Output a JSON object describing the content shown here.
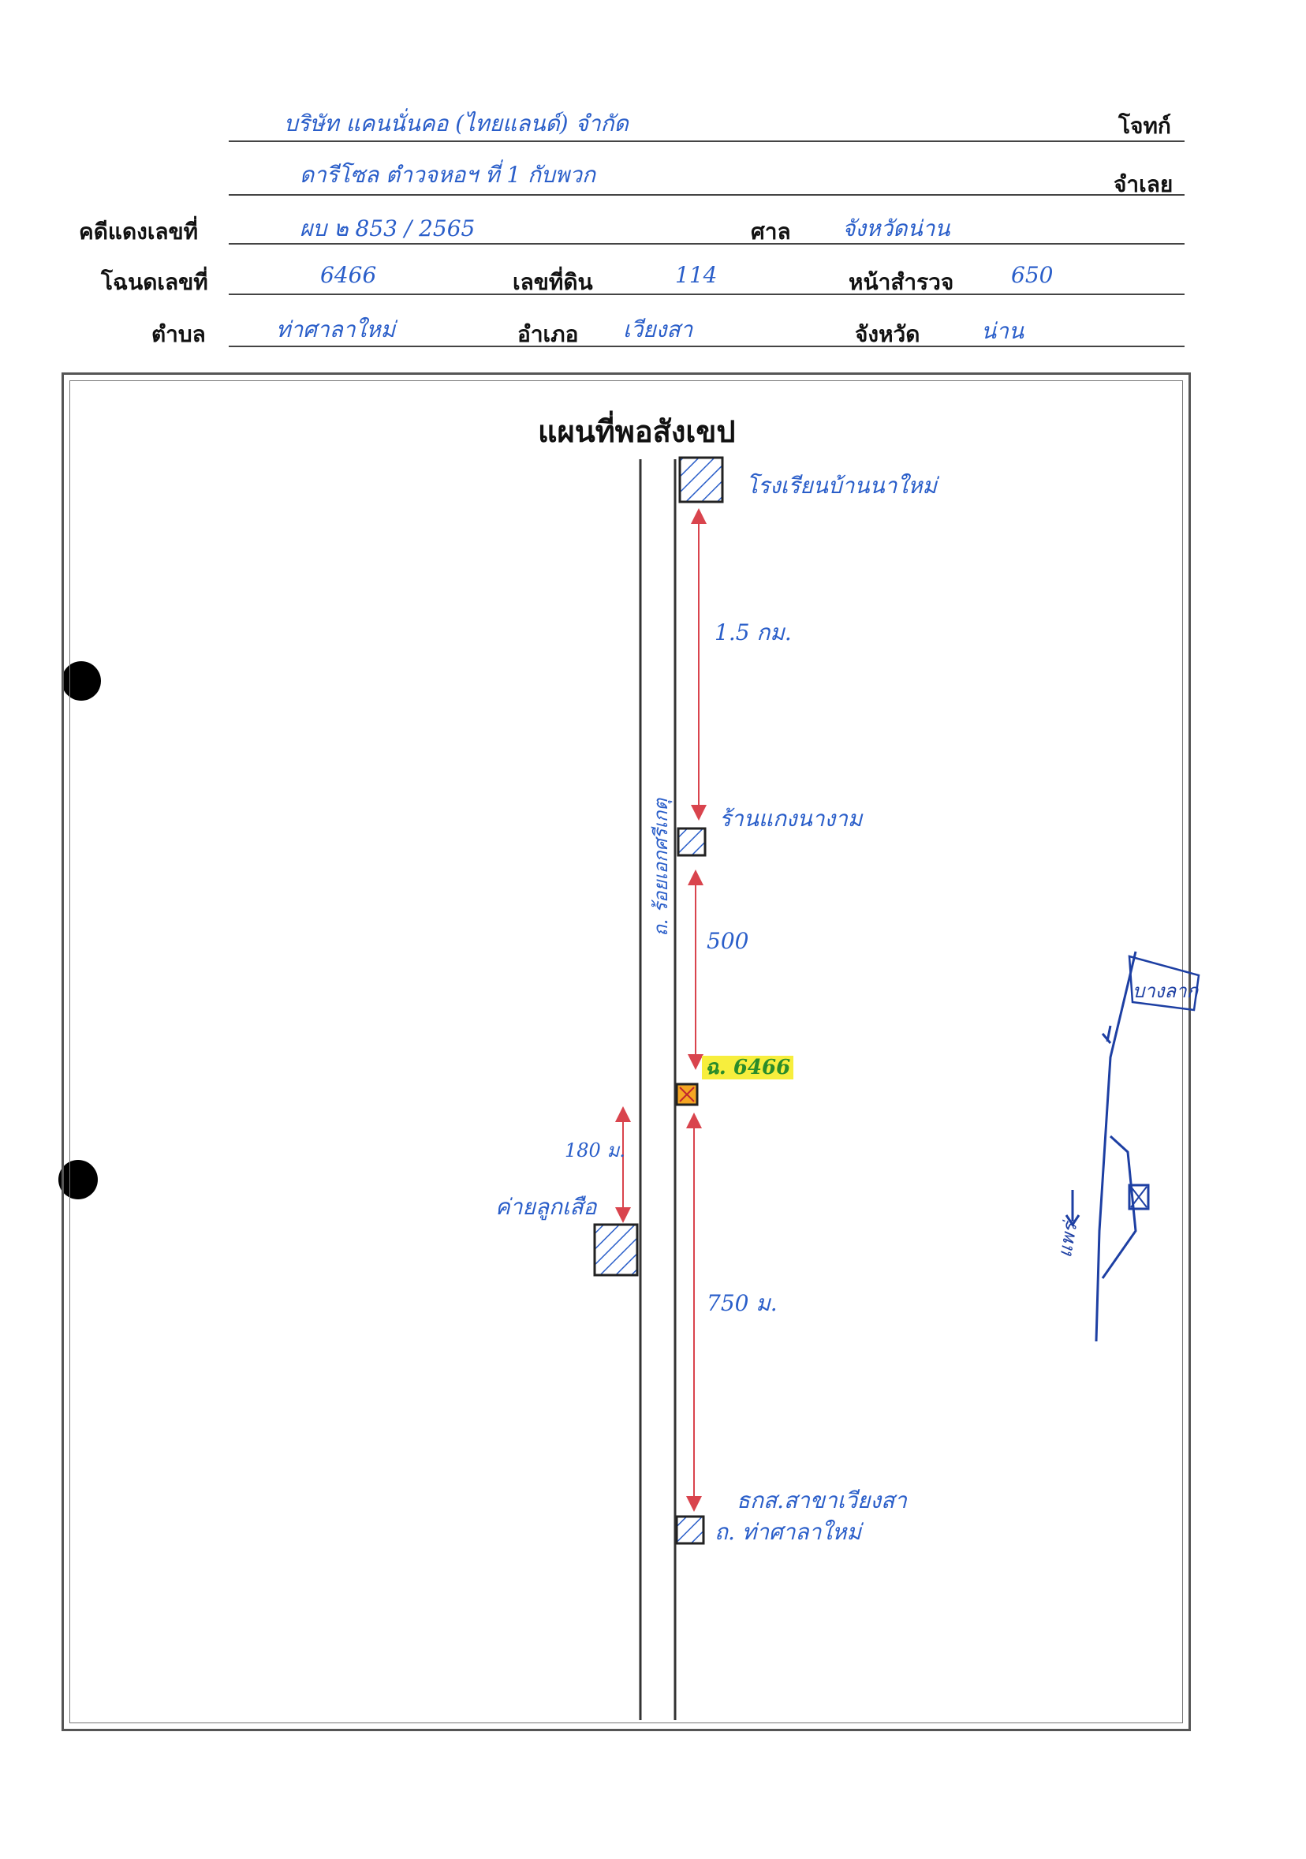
{
  "header": {
    "plaintiff_value": "บริษัท แคนนั่นคอ (ไทยแลนด์) จำกัด",
    "plaintiff_label": "โจทก์",
    "defendant_value": "ดารีโซล ตำวจหอฯ ที่ 1 กับพวก",
    "defendant_label": "จำเลย",
    "case_label": "คดีแดงเลขที่",
    "case_value": "ผบ ๒ 853 / 2565",
    "court_label": "ศาล",
    "court_value": "จังหวัดน่าน",
    "deed_label": "โฉนดเลขที่",
    "deed_value": "6466",
    "land_no_label": "เลขที่ดิน",
    "land_no_value": "114",
    "survey_label": "หน้าสำรวจ",
    "survey_value": "650",
    "subdistrict_label": "ตำบล",
    "subdistrict_value": "ท่าศาลาใหม่",
    "district_label": "อำเภอ",
    "district_value": "เวียงสา",
    "province_label": "จังหวัด",
    "province_value": "น่าน"
  },
  "map": {
    "title": "แผนที่พอสังเขป",
    "road_label": "ถ. ร้อยเอกศรีเกตุ",
    "landmark_top": "โรงเรียนบ้านนาใหม่",
    "dist_1": "1.5 กม.",
    "landmark_mid": "ร้านแกงนางาม",
    "dist_2": "500",
    "plot_label": "ฉ. 6466",
    "dist_3": "750 ม.",
    "dist_left": "180 ม.",
    "landmark_left": "ค่ายลูกเสือ",
    "landmark_bottom_1": "ธกส.สาขาเวียงสา",
    "landmark_bottom_2": "ถ. ท่าศาลาใหม่",
    "inset_label_1": "บางลาก",
    "inset_label_2": "แพร่"
  },
  "colors": {
    "ink_blue": "#2a5ec9",
    "arrow_red": "#d9444d",
    "highlight": "#f7ee3d",
    "plot_fill": "#f5a623"
  }
}
